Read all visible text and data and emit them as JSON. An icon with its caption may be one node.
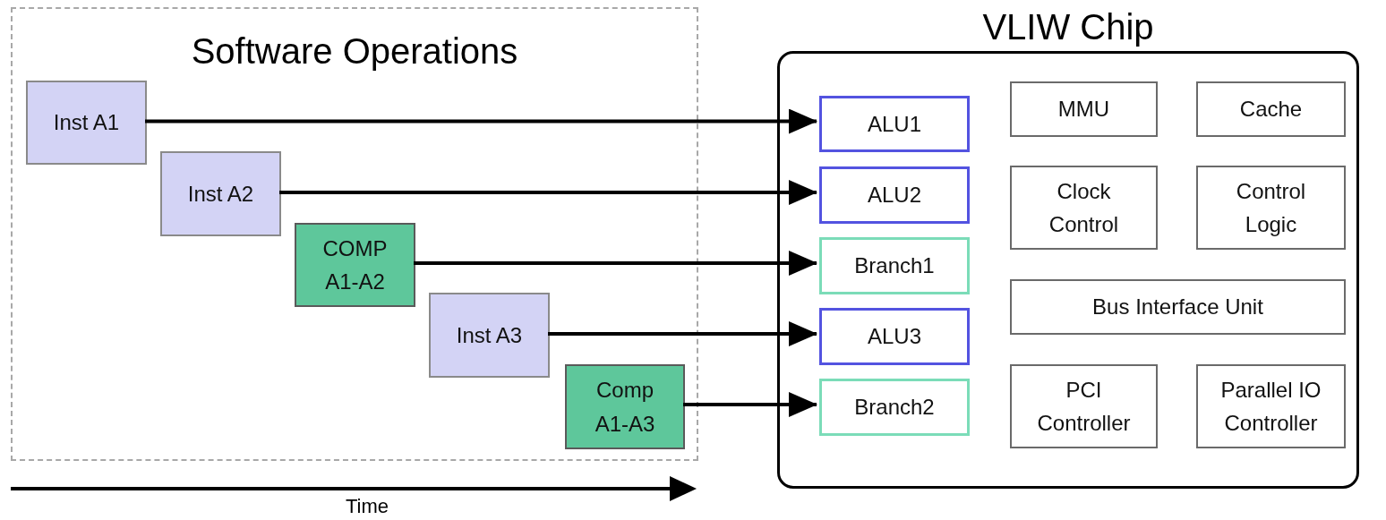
{
  "diagram": {
    "nodes": [
      {
        "text": [
          "Software Operations"
        ]
      },
      {
        "text": [
          "Inst A1"
        ],
        "in": 0
      },
      {
        "text": [
          "Inst A2"
        ],
        "in": 0
      },
      {
        "text": [
          "COMP A1-A2"
        ],
        "in": 0
      },
      {
        "text": [
          "Inst A3"
        ],
        "in": 0
      },
      {
        "text": [
          "Comp A1-A3"
        ],
        "in": 0
      },
      {
        "text": [
          "VLIW Chip"
        ]
      },
      {
        "text": [
          "ALU1"
        ],
        "in": 6
      },
      {
        "text": [
          "ALU2"
        ],
        "in": 6
      },
      {
        "text": [
          "Branch1"
        ],
        "in": 6
      },
      {
        "text": [
          "ALU3"
        ],
        "in": 6
      },
      {
        "text": [
          "Branch2"
        ],
        "in": 6
      },
      {
        "text": [
          "MMU"
        ],
        "in": 6
      },
      {
        "text": [
          "Cache"
        ],
        "in": 6
      },
      {
        "text": [
          "Clock Control"
        ],
        "in": 6
      },
      {
        "text": [
          "Control Logic"
        ],
        "in": 6
      },
      {
        "text": [
          "Bus Interface Unit"
        ],
        "in": 6
      },
      {
        "text": [
          "PCI Controller"
        ],
        "in": 6
      },
      {
        "text": [
          "Parallel IO Controller"
        ],
        "in": 6
      }
    ],
    "edges": [
      {
        "from": 1,
        "to": 7,
        "arrow": "to"
      },
      {
        "from": 2,
        "to": 8,
        "arrow": "to"
      },
      {
        "from": 3,
        "to": 9,
        "arrow": "to"
      },
      {
        "from": 4,
        "to": 10,
        "arrow": "to"
      },
      {
        "from": 5,
        "to": 11,
        "arrow": "to"
      }
    ],
    "labels": [
      "Time"
    ]
  }
}
